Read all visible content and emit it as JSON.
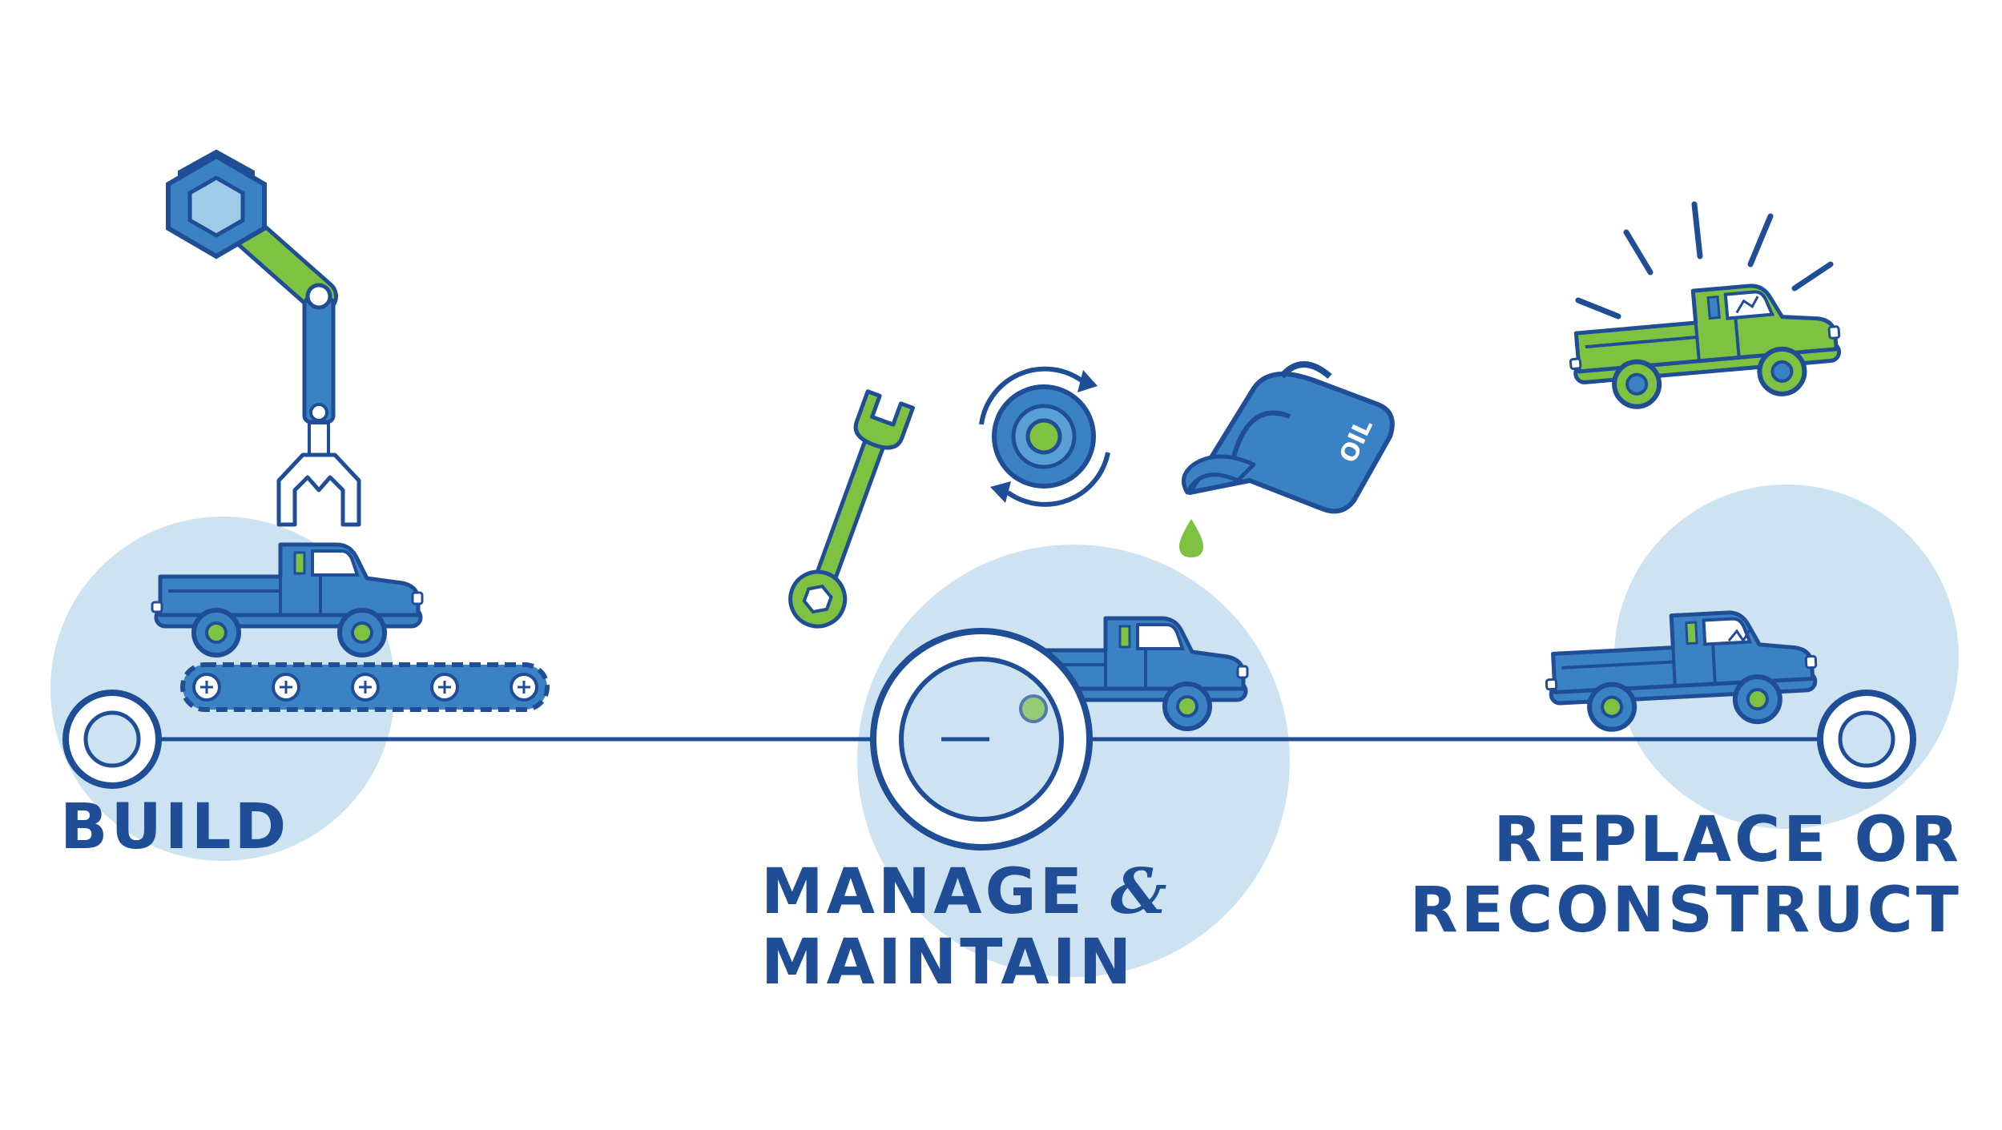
{
  "stages": {
    "build": {
      "label": "BUILD"
    },
    "manage": {
      "line1": "MANAGE",
      "amp": "&",
      "line2": "MAINTAIN"
    },
    "replace": {
      "line1": "REPLACE OR",
      "line2": "RECONSTRUCT"
    }
  },
  "oil_can": {
    "label": "OIL"
  },
  "colors": {
    "dark_blue": "#1f4e96",
    "mid_blue": "#3b82c4",
    "light_blue": "#cde3f2",
    "green": "#7fc242",
    "white": "#ffffff"
  },
  "icons": [
    "robotic-arm-icon",
    "conveyor-belt-icon",
    "wrench-icon",
    "tire-rotation-icon",
    "oil-can-icon",
    "oil-drop-icon",
    "pickup-truck-icon",
    "damaged-truck-icon",
    "new-truck-icon"
  ]
}
